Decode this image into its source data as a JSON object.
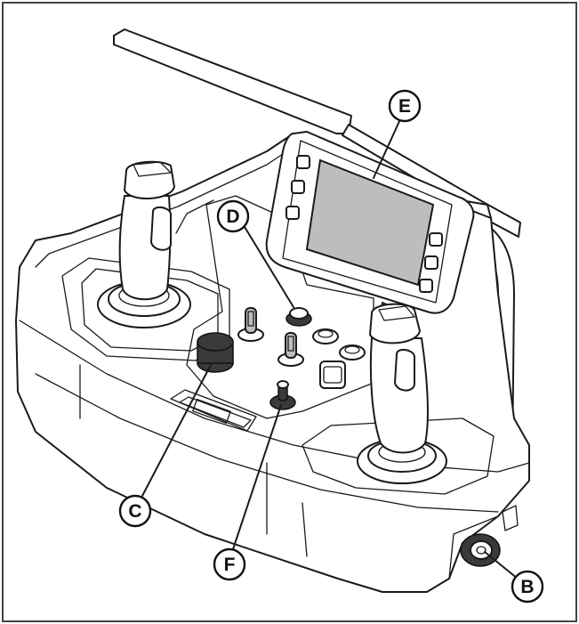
{
  "colors": {
    "frame": "#444444",
    "outline": "#1a1a1a",
    "screen": "#bdbdbd",
    "knob": "#3a3a3a"
  },
  "callouts": [
    {
      "id": "B",
      "label": "B"
    },
    {
      "id": "C",
      "label": "C"
    },
    {
      "id": "D",
      "label": "D"
    },
    {
      "id": "E",
      "label": "E"
    },
    {
      "id": "F",
      "label": "F"
    }
  ]
}
